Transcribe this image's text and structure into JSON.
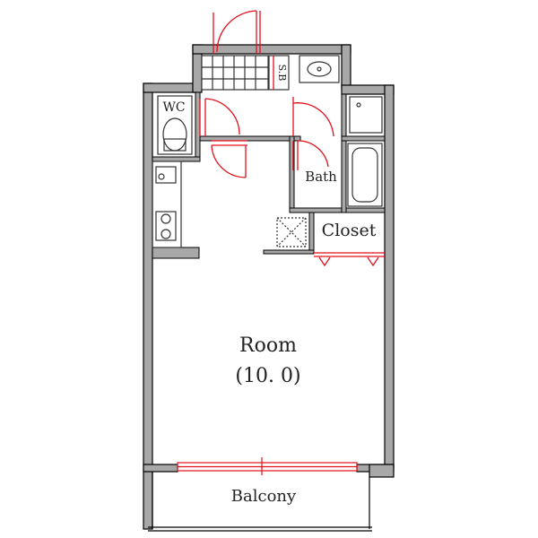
{
  "rooms": {
    "wc": "WC",
    "shoe_box": "S.B",
    "bath": "Bath",
    "closet": "Closet",
    "room": "Room",
    "room_size": "(10. 0)",
    "balcony": "Balcony"
  },
  "colors": {
    "wall": "#000000",
    "wall_fill": "#a8a8a8",
    "door": "#e0101a",
    "fixture": "#333333"
  }
}
